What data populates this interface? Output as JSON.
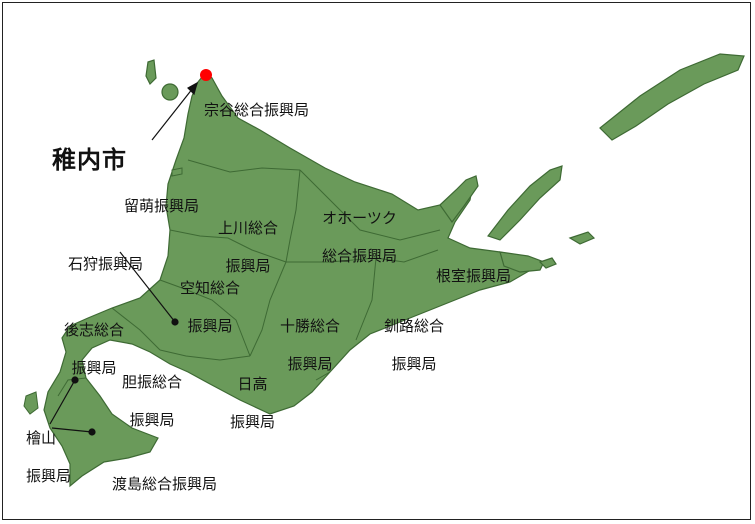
{
  "colors": {
    "land": "#6a9a5a",
    "border": "#3e6a34",
    "background": "#ffffff",
    "marker": "#ff0000"
  },
  "city_label": "稚内市",
  "regions": {
    "soya": "宗谷総合振興局",
    "rumoi": "留萌振興局",
    "kamikawa_1": "上川総合",
    "kamikawa_2": "振興局",
    "okhotsk_1": "オホーツク",
    "okhotsk_2": "総合振興局",
    "ishikari": "石狩振興局",
    "sorachi_1": "空知総合",
    "sorachi_2": "振興局",
    "nemuro": "根室振興局",
    "shiribeshi_1": "後志総合",
    "shiribeshi_2": "振興局",
    "tokachi_1": "十勝総合",
    "tokachi_2": "振興局",
    "kushiro_1": "釧路総合",
    "kushiro_2": "振興局",
    "iburi_1": "胆振総合",
    "iburi_2": "振興局",
    "hidaka_1": "日高",
    "hidaka_2": "振興局",
    "hiyama_1": "檜山",
    "hiyama_2": "振興局",
    "oshima": "渡島総合振興局"
  }
}
